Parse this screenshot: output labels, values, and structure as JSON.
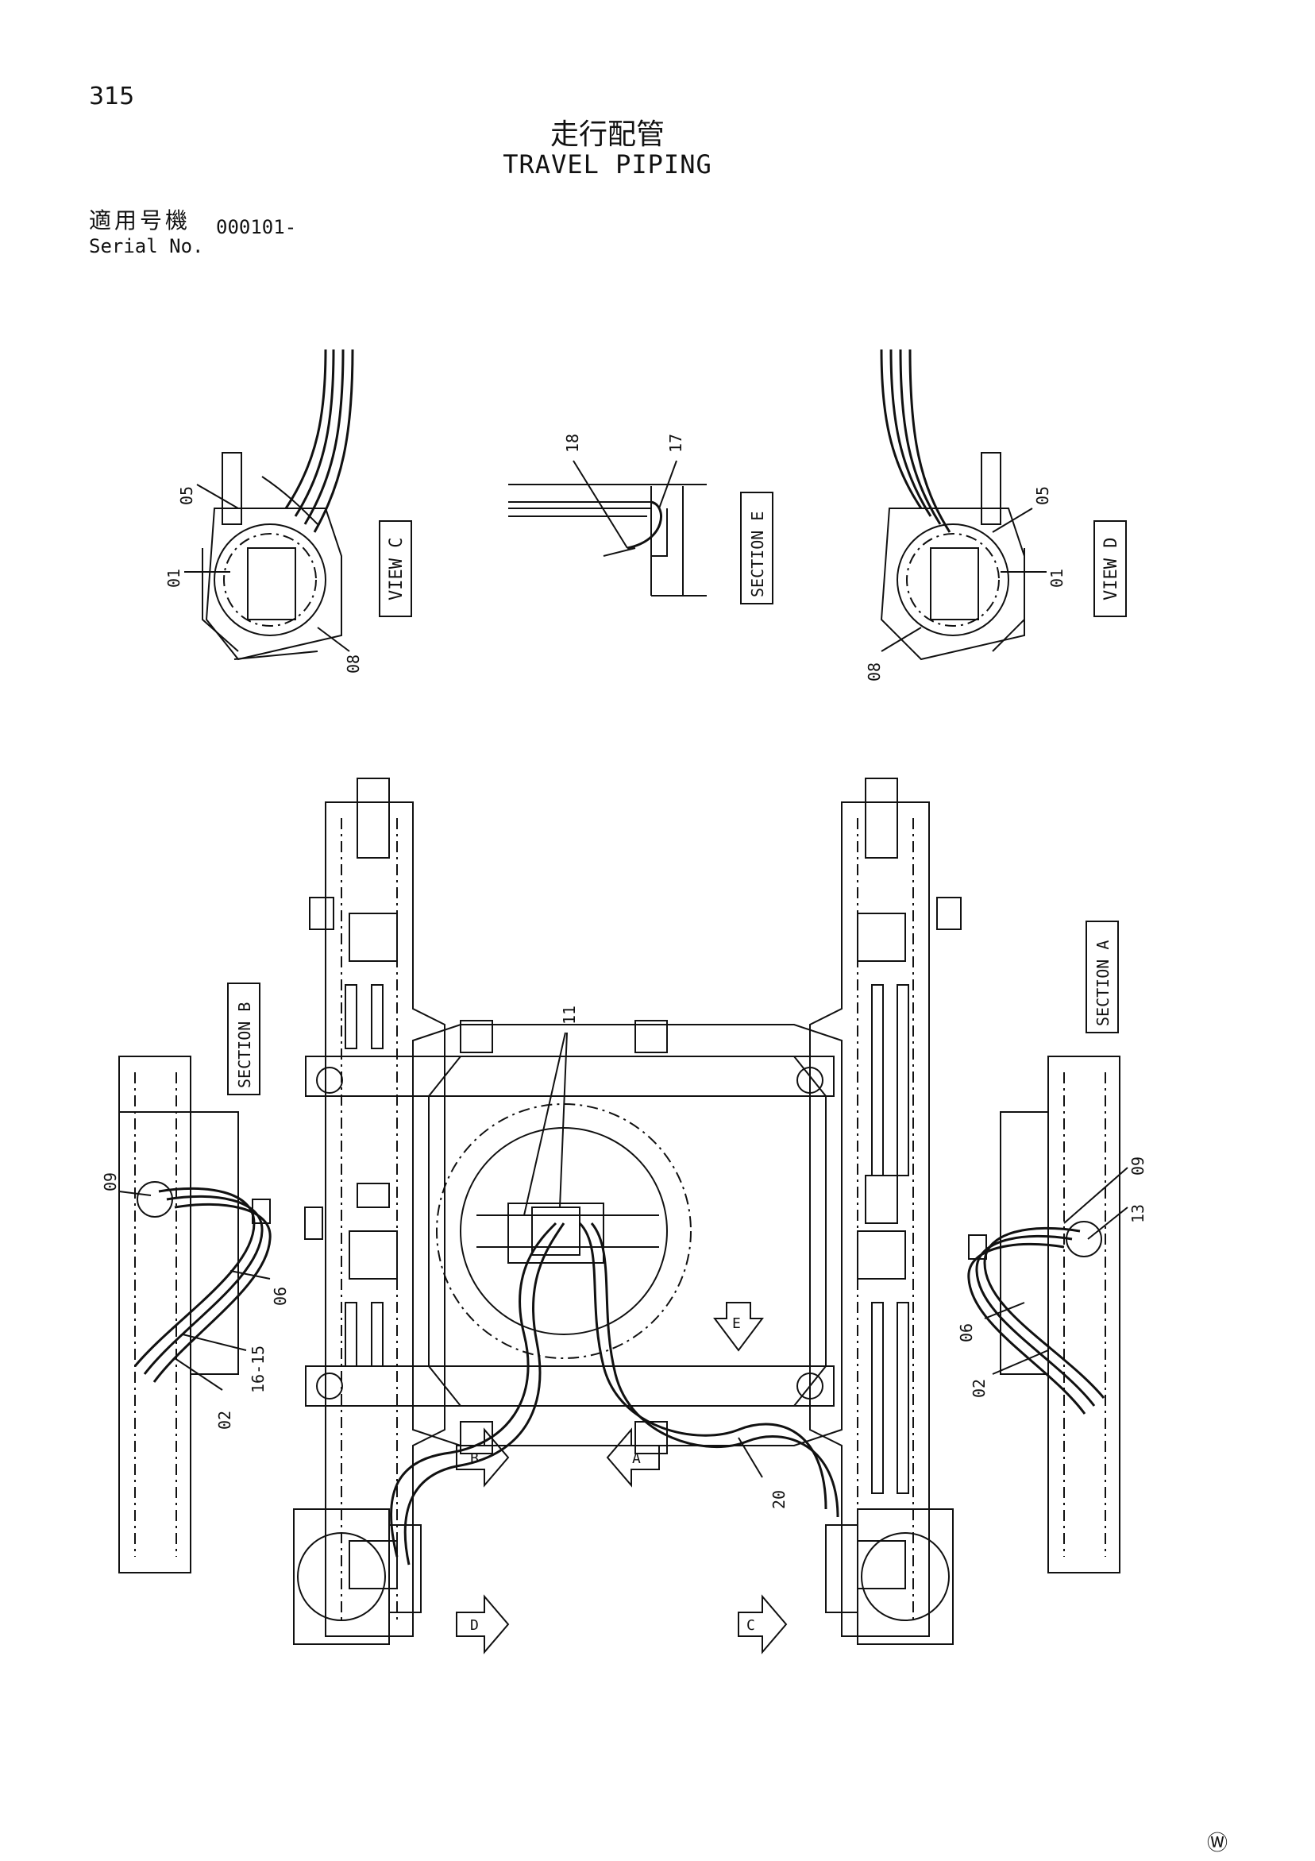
{
  "header": {
    "page_number": "315",
    "title_jp": "走行配管",
    "title_en": "TRAVEL PIPING",
    "serial_label_jp": "適用号機",
    "serial_label_en": "Serial No.",
    "serial_value": "000101-"
  },
  "views": {
    "view_c": "VIEW C",
    "view_d": "VIEW D",
    "section_a": "SECTION A",
    "section_b": "SECTION B",
    "section_e": "SECTION E"
  },
  "part_labels": {
    "p01": "01",
    "p02": "02",
    "p05": "05",
    "p06": "06",
    "p08": "08",
    "p09": "09",
    "p11": "11",
    "p13": "13",
    "p16_15": "16-15",
    "p17": "17",
    "p18": "18",
    "p20": "20"
  },
  "arrow_letters": {
    "a": "A",
    "b": "B",
    "c": "C",
    "d": "D",
    "e": "E"
  },
  "footer_mark": "Ⓦ"
}
